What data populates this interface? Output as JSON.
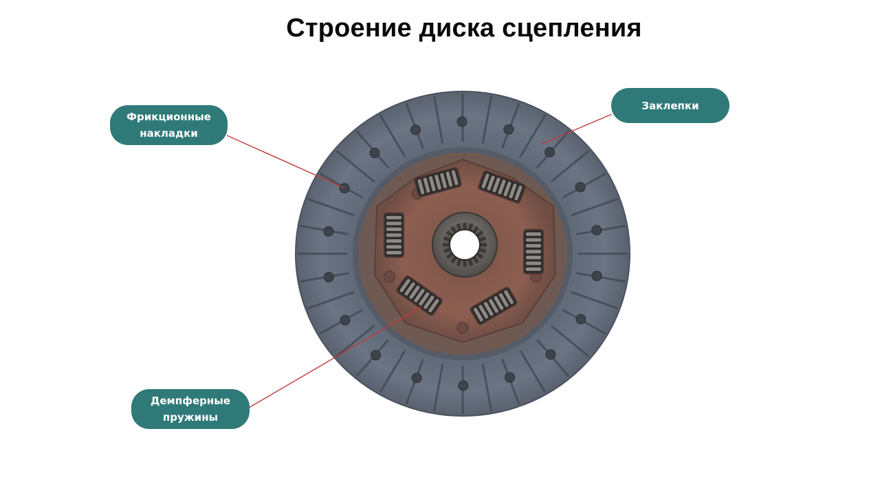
{
  "title": "Строение диска сцепления",
  "callouts": {
    "friction_linings": {
      "line1": "Фрикционные",
      "line2": "накладки"
    },
    "rivets": {
      "line1": "Заклепки"
    },
    "damper_springs": {
      "line1": "Демпферные",
      "line2": "пружины"
    }
  },
  "colors": {
    "callout_fill": "#2f7a78",
    "leader_line": "#c0393b",
    "friction_disc": "#66707f",
    "hub_plate": "#8a5a4c"
  }
}
